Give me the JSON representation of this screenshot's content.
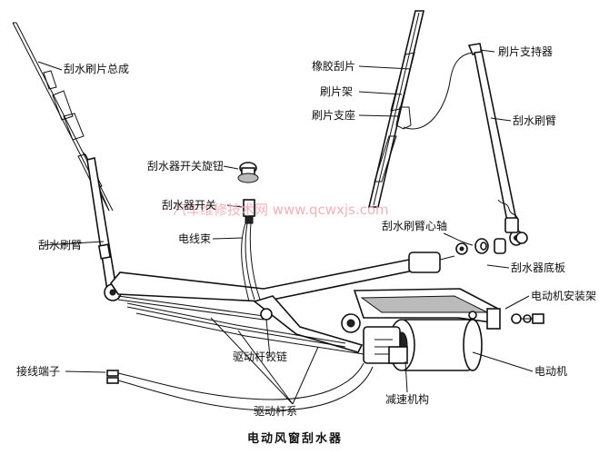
{
  "labels": {
    "wiper_blade_assembly": "刮水刷片总成",
    "rubber_blade": "橡胶刮片",
    "blade_frame": "刷片架",
    "blade_mount": "刷片支座",
    "blade_holder": "刷片支持器",
    "wiper_arm_right": "刮水刷臂",
    "wiper_switch_knob": "刮水器开关旋钮",
    "wiper_switch": "刮水器开关",
    "wire_harness": "电线束",
    "wiper_arm_left": "刮水刷臂",
    "arm_pivot_shaft": "刮水刷臂心轴",
    "wiper_base_plate": "刮水器底板",
    "motor_bracket": "电动机安装架",
    "terminal": "接线端子",
    "drive_link_hinge": "驱动杆铰链",
    "motor": "电动机",
    "reduction_gear": "减速机构",
    "drive_linkage": "驱动杆系"
  },
  "watermark": "汽车维修技术网 www.qcwxjs.com",
  "caption": "电动风窗刮水器"
}
